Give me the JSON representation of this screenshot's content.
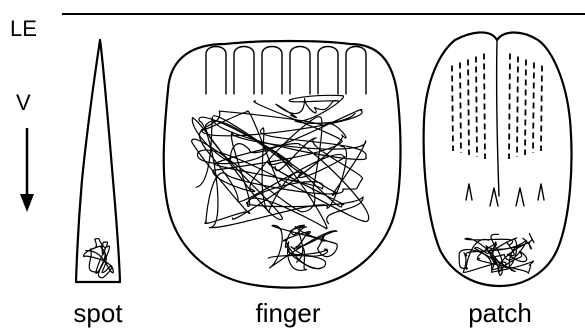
{
  "labels": {
    "edge": "LE",
    "direction": "V"
  },
  "panels": [
    {
      "id": "spot",
      "label": "spot"
    },
    {
      "id": "finger",
      "label": "finger"
    },
    {
      "id": "patch",
      "label": "patch"
    }
  ],
  "colors": {
    "ink": "#000000",
    "background": "#ffffff"
  }
}
